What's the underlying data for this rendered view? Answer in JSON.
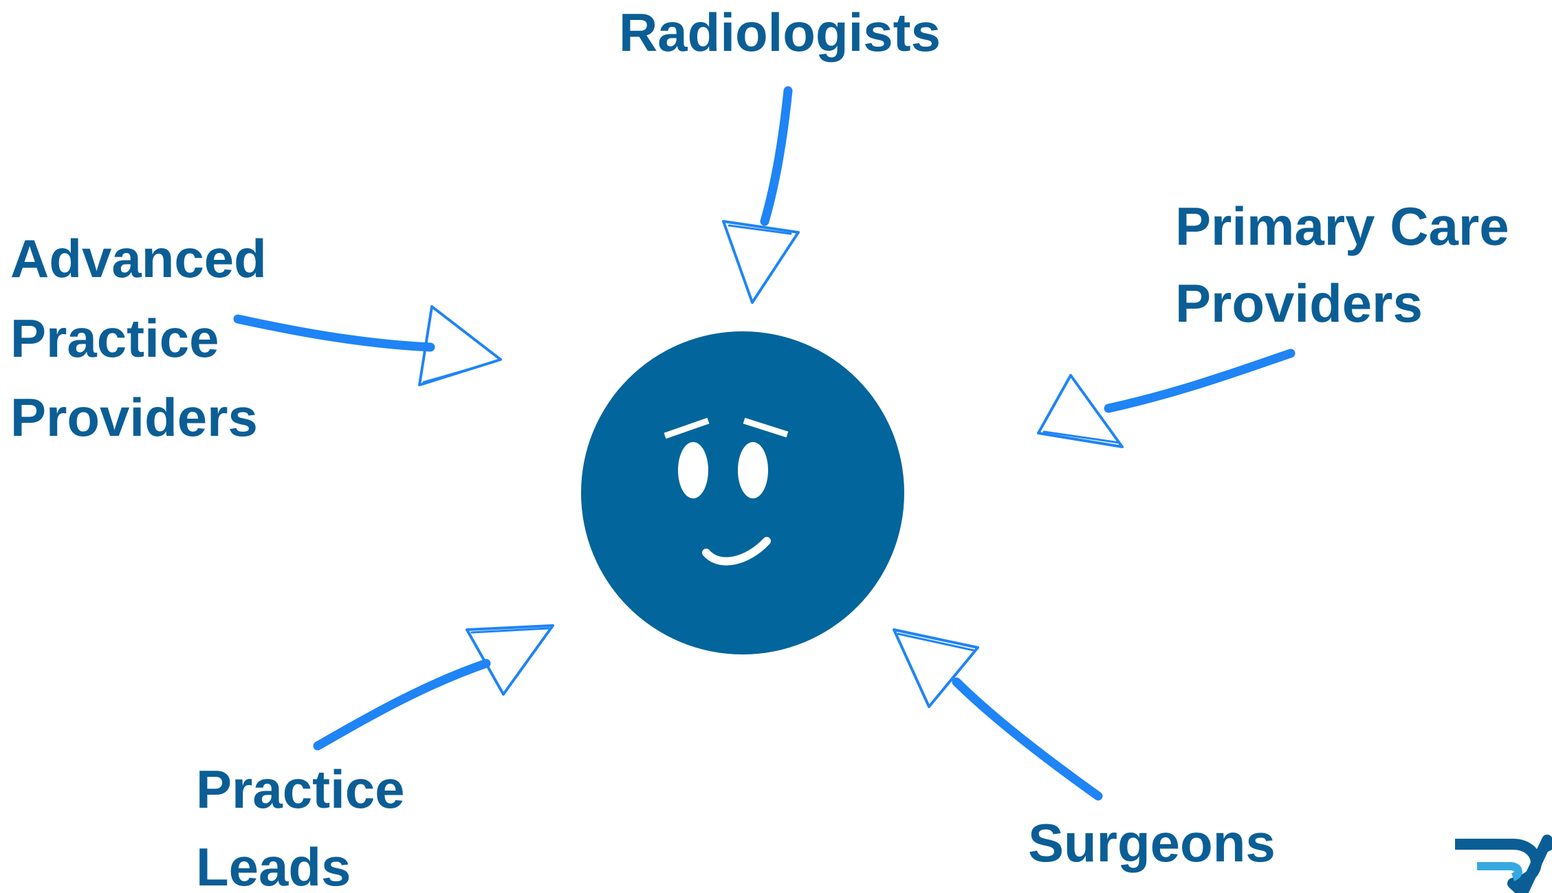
{
  "colors": {
    "label": "#0b5e95",
    "arrow": "#1f84f5",
    "face_fill": "#02659b",
    "face_features": "#ffffff",
    "logo_dark": "#0b5e95",
    "logo_light": "#36a9e1"
  },
  "labels": {
    "radiologists": [
      "Radiologists"
    ],
    "primary_care": [
      "Primary Care",
      "Providers"
    ],
    "advanced_practice": [
      "Advanced",
      "Practice",
      "Providers"
    ],
    "practice_leads": [
      "Practice",
      "Leads"
    ],
    "surgeons": [
      "Surgeons"
    ]
  },
  "center": {
    "icon": "smiling-face-icon"
  },
  "logo": {
    "icon": "ra-logo-mark"
  }
}
